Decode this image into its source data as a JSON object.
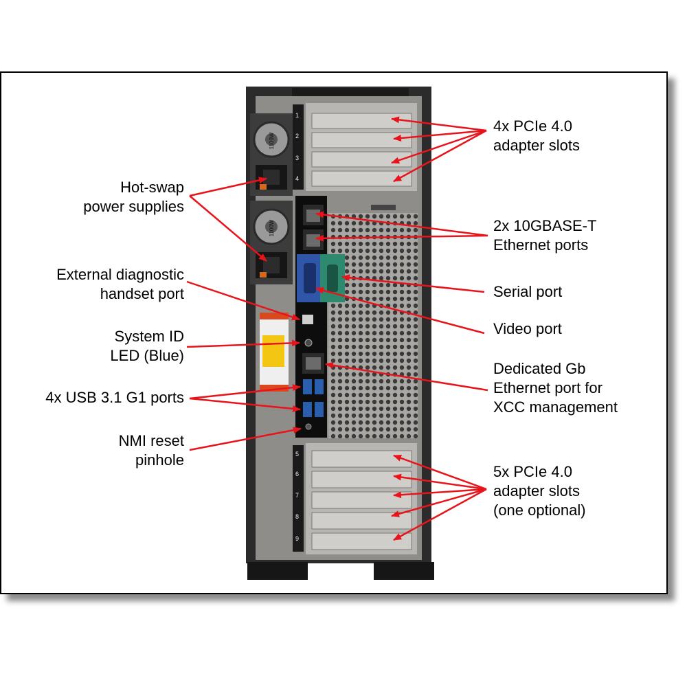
{
  "labels": {
    "pcie_top": [
      "4x PCIe 4.0",
      "adapter slots"
    ],
    "hot_swap": [
      "Hot-swap",
      "power supplies"
    ],
    "ethernet_10g": [
      "2x 10GBASE-T",
      "Ethernet ports"
    ],
    "diag": [
      "External diagnostic",
      "handset port"
    ],
    "serial": [
      "Serial port"
    ],
    "video": [
      "Video port"
    ],
    "sysid": [
      "System ID",
      "LED (Blue)"
    ],
    "xcc": [
      "Dedicated Gb",
      "Ethernet port for",
      "XCC management"
    ],
    "usb": [
      "4x USB 3.1 G1 ports"
    ],
    "nmi": [
      "NMI reset",
      "pinhole"
    ],
    "pcie_bottom": [
      "5x PCIe 4.0",
      "adapter slots",
      "(one optional)"
    ]
  },
  "psu": {
    "rating": "1100W"
  },
  "slot_numbers": [
    "1",
    "2",
    "3",
    "4",
    "5",
    "6",
    "7",
    "8",
    "9"
  ],
  "colors": {
    "arrow": "#e8141b",
    "chassis": "#2b2b2b",
    "panel": "#8f8d8a",
    "io_panel": "#0d0d0d",
    "vga": "#2f56a8",
    "serial": "#2e8a6e"
  }
}
